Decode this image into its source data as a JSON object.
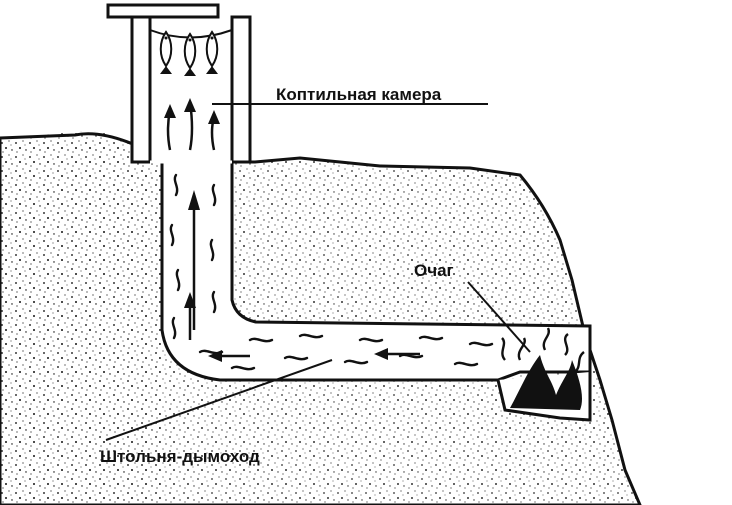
{
  "diagram": {
    "labels": {
      "smoking_chamber": "Коптильная камера",
      "hearth": "Очаг",
      "tunnel_chimney": "Штольня-дымоход"
    },
    "icons": [
      "fish-icon",
      "smoke-arrow-icon",
      "smoke-wisp-icon",
      "fire-icon"
    ],
    "colors": {
      "ink": "#111111",
      "soil_dots": "#333333",
      "background": "#ffffff"
    }
  }
}
